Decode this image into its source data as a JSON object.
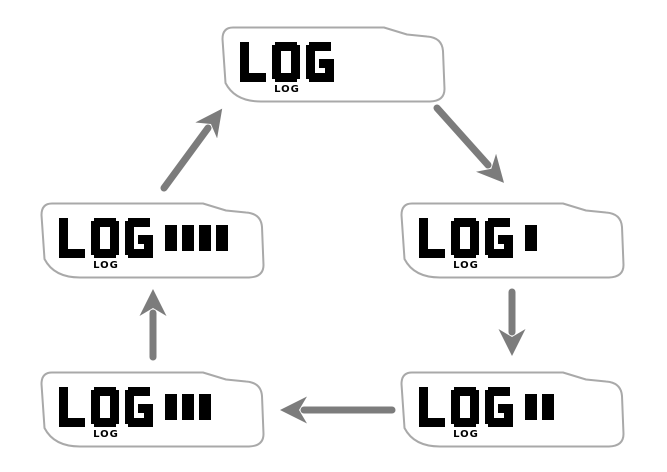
{
  "diagram_type": "cycle",
  "colors": {
    "background": "#ffffff",
    "panel_border": "#a9a9a9",
    "arrow": "#7c7c7c",
    "lcd_text": "#000000"
  },
  "panels": [
    {
      "id": "log-0-bars",
      "position": "top",
      "display_text": "LOG",
      "bars": 0,
      "label": "LOG"
    },
    {
      "id": "log-1-bar",
      "position": "middle-right",
      "display_text": "LOG",
      "bars": 1,
      "label": "LOG"
    },
    {
      "id": "log-2-bars",
      "position": "bottom-right",
      "display_text": "LOG",
      "bars": 2,
      "label": "LOG"
    },
    {
      "id": "log-3-bars",
      "position": "bottom-left",
      "display_text": "LOG",
      "bars": 3,
      "label": "LOG"
    },
    {
      "id": "log-4-bars",
      "position": "middle-left",
      "display_text": "LOG",
      "bars": 4,
      "label": "LOG"
    }
  ],
  "arrows": [
    {
      "from": "log-0-bars",
      "to": "log-1-bar",
      "direction": "down-right"
    },
    {
      "from": "log-1-bar",
      "to": "log-2-bars",
      "direction": "down"
    },
    {
      "from": "log-2-bars",
      "to": "log-3-bars",
      "direction": "left"
    },
    {
      "from": "log-3-bars",
      "to": "log-4-bars",
      "direction": "up"
    },
    {
      "from": "log-4-bars",
      "to": "log-0-bars",
      "direction": "up-right"
    }
  ]
}
